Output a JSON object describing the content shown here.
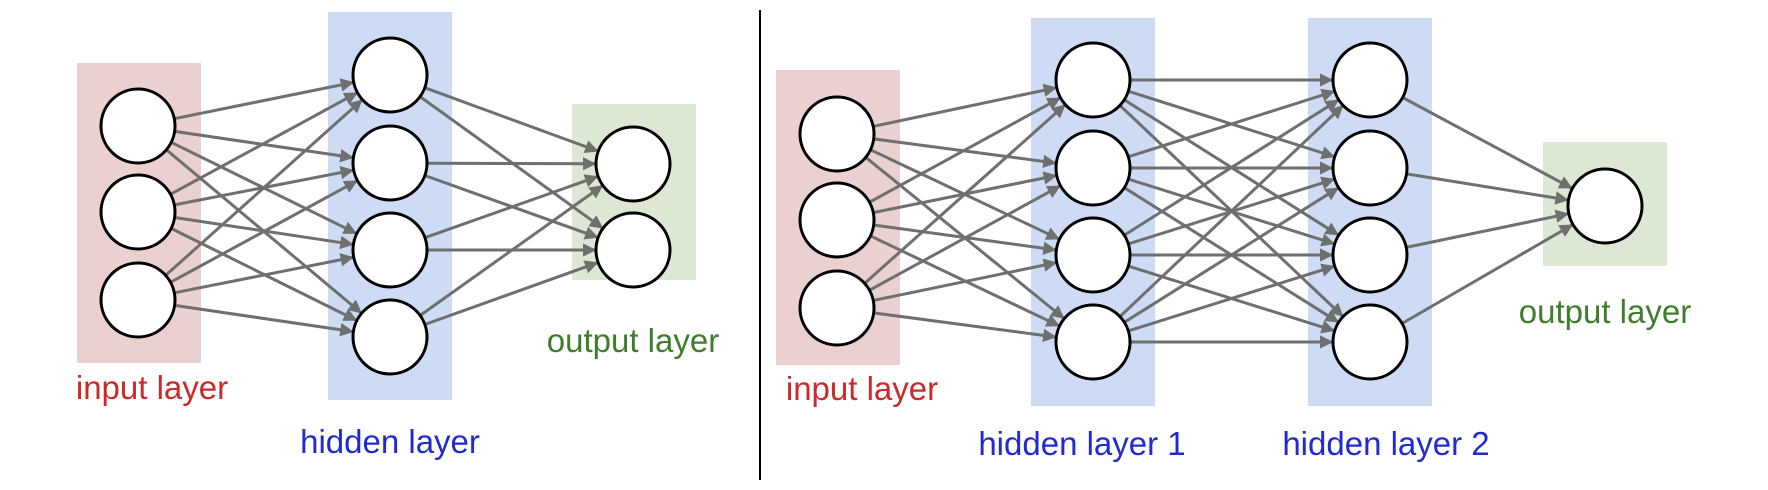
{
  "colors": {
    "input_band": "#ead0cf",
    "hidden_band": "#cddcf4",
    "output_band": "#dce8d3",
    "input_text": "#cc2a2a",
    "hidden_text": "#1f2bd0",
    "output_text": "#3f7c2c",
    "edge": "#6f6f6f",
    "divider": "#000000"
  },
  "diagrams": [
    {
      "layers": [
        {
          "role": "input",
          "label": "input layer",
          "node_count": 3
        },
        {
          "role": "hidden",
          "label": "hidden layer",
          "node_count": 4
        },
        {
          "role": "output",
          "label": "output layer",
          "node_count": 2
        }
      ]
    },
    {
      "layers": [
        {
          "role": "input",
          "label": "input layer",
          "node_count": 3
        },
        {
          "role": "hidden",
          "label": "hidden layer 1",
          "node_count": 4
        },
        {
          "role": "hidden",
          "label": "hidden layer 2",
          "node_count": 4
        },
        {
          "role": "output",
          "label": "output layer",
          "node_count": 1
        }
      ]
    }
  ]
}
